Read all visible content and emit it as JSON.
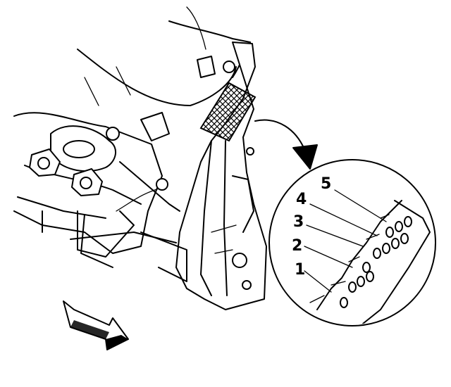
{
  "callouts": [
    {
      "label": "5"
    },
    {
      "label": "4"
    },
    {
      "label": "3"
    },
    {
      "label": "2"
    },
    {
      "label": "1"
    }
  ],
  "colors": {
    "ink": "#000000",
    "paper": "#ffffff"
  },
  "icons": [
    "forward-direction-arrow-icon",
    "zoom-detail-arrow-icon",
    "crosshatch-area-icon"
  ]
}
